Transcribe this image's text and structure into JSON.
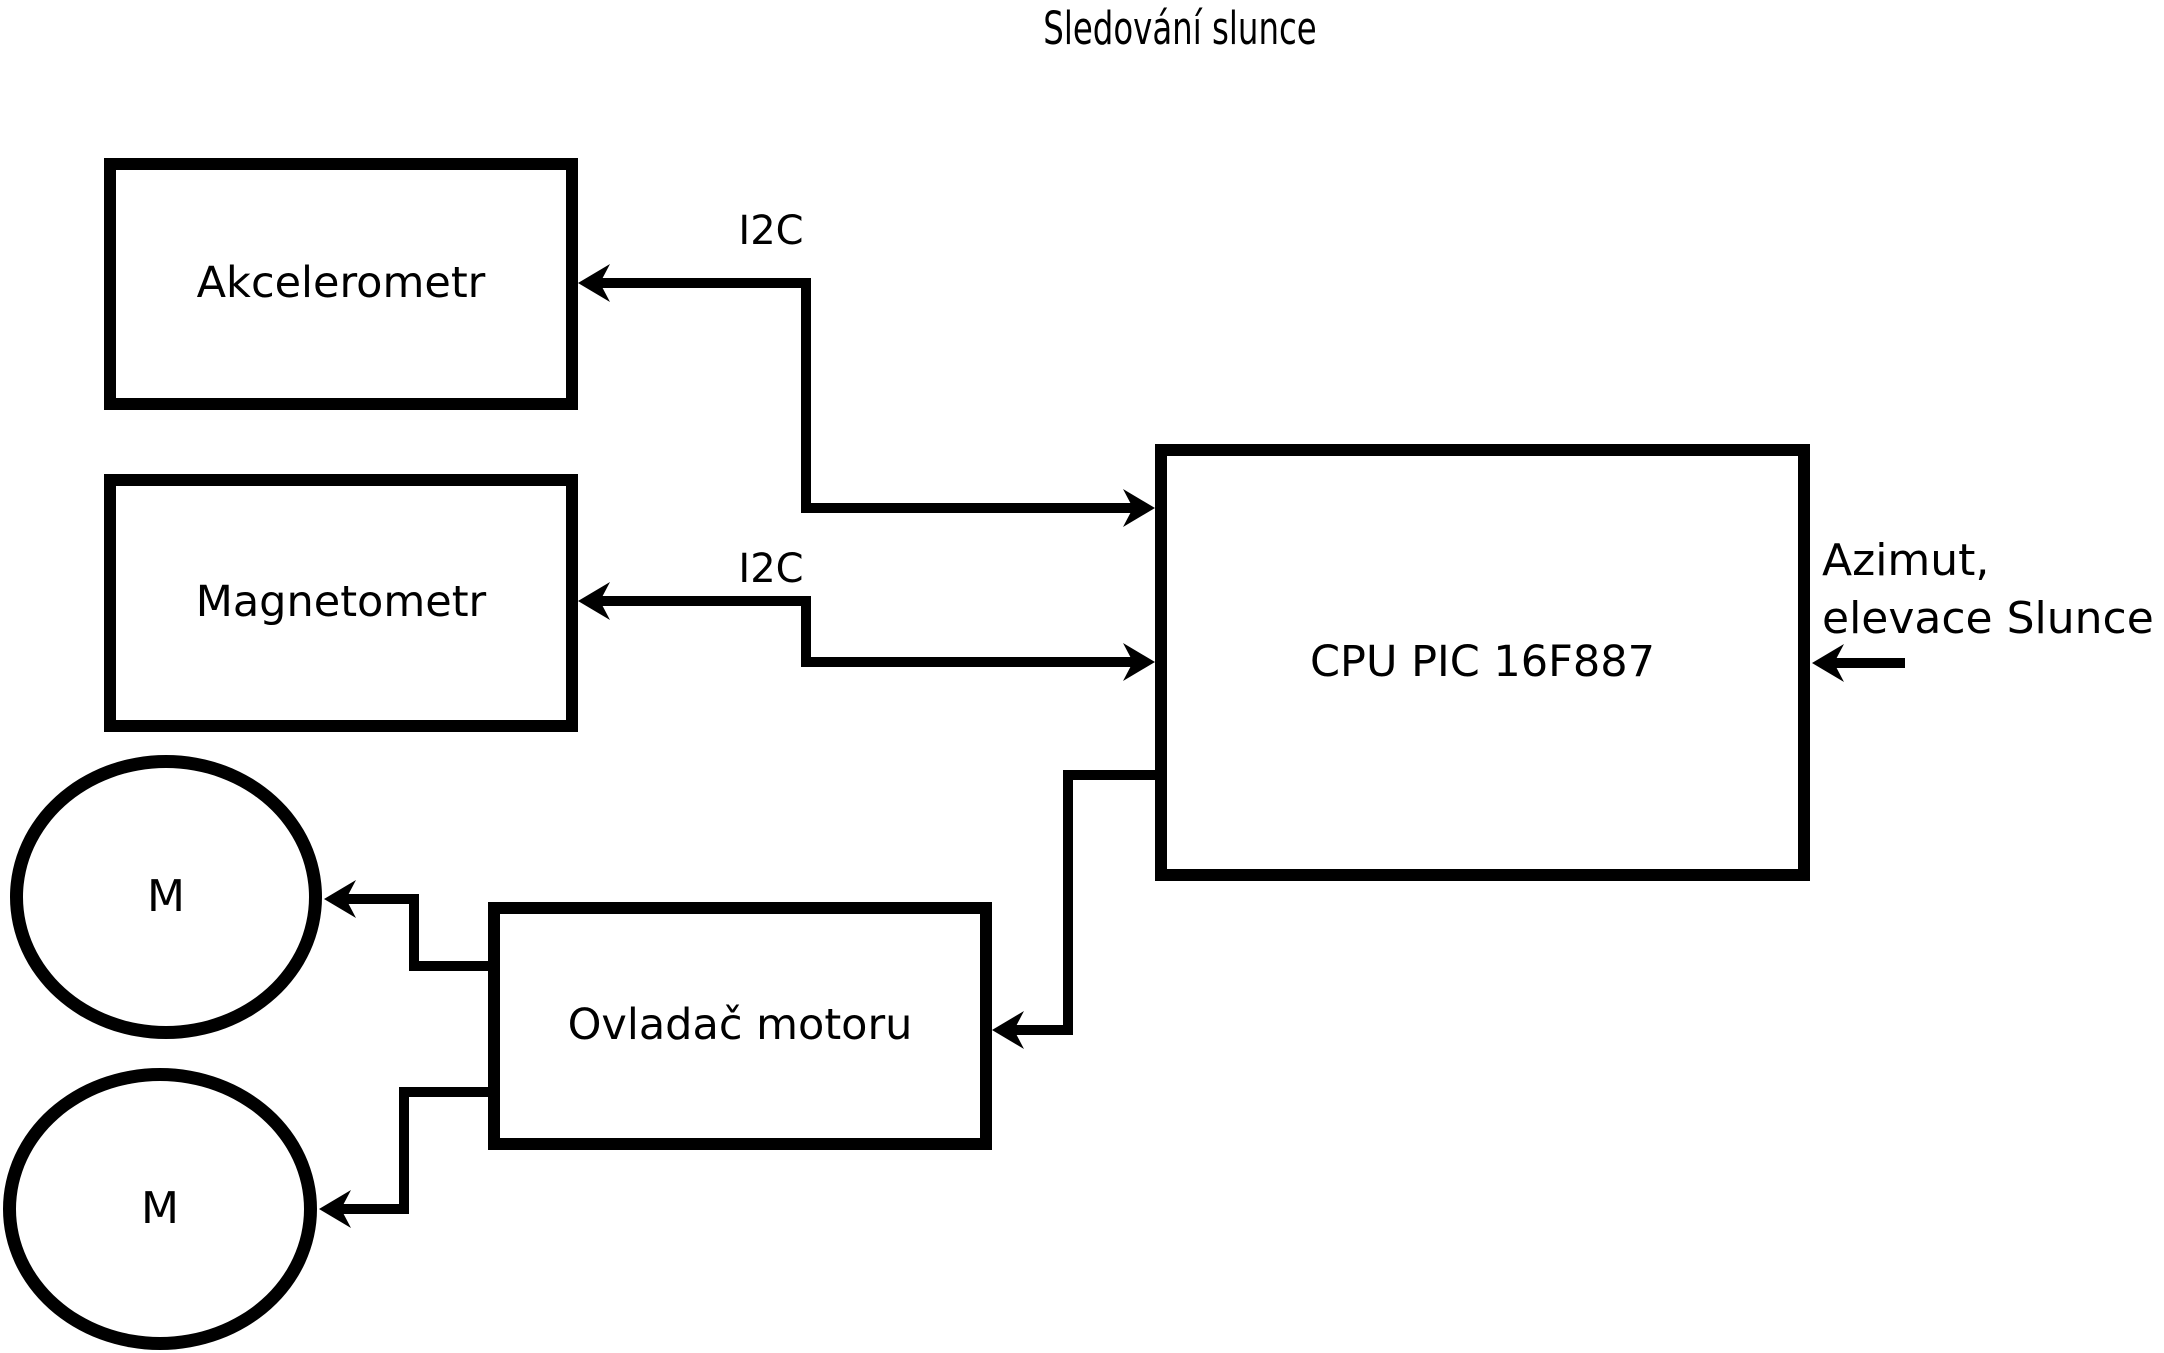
{
  "title": "Sledování slunce",
  "nodes": {
    "akcelerometr": {
      "label": "Akcelerometr"
    },
    "magnetometr": {
      "label": "Magnetometr"
    },
    "cpu": {
      "label": "CPU PIC 16F887"
    },
    "motor_driver": {
      "label": "Ovladač motoru"
    },
    "motor_top": {
      "label": "M"
    },
    "motor_bottom": {
      "label": "M"
    }
  },
  "edge_labels": {
    "i2c_akcelerometr": "I2C",
    "i2c_magnetometr": "I2C",
    "cpu_input_line1": "Azimut,",
    "cpu_input_line2": "elevace Slunce"
  },
  "colors": {
    "stroke": "#000000",
    "background": "#ffffff"
  }
}
